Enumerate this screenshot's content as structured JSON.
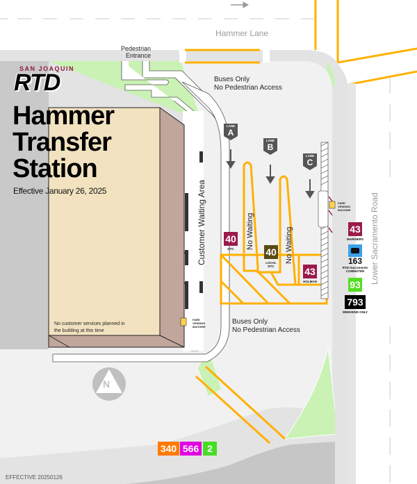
{
  "header": {
    "agency_top": "SAN JOAQUIN",
    "agency_logo": "RTD",
    "title_lines": [
      "Hammer",
      "Transfer",
      "Station"
    ],
    "effective": "Effective January 26, 2025"
  },
  "streets": {
    "north": "Hammer Lane",
    "east": "Lower Sacramento Road"
  },
  "labels": {
    "pedestrian_entrance": [
      "Pedestrian",
      "Entrance"
    ],
    "buses_only_top": [
      "Buses Only",
      "No Pedestrian Access"
    ],
    "buses_only_bottom": [
      "Buses Only",
      "No Pedestrian Access"
    ],
    "customer_waiting_area": "Customer Waiting Area",
    "no_waiting": "No Waiting",
    "building_note": [
      "No customer services planned in",
      "the building at this time"
    ],
    "fare_vending_machine": [
      "FARE",
      "VENDING",
      "MACHINE"
    ],
    "north_arrow": "N",
    "footer_effective": "EFFECTIVE  20250126"
  },
  "lanes": [
    {
      "prefix": "LANE",
      "letter": "A"
    },
    {
      "prefix": "LANE",
      "letter": "B"
    },
    {
      "prefix": "LANE",
      "letter": "C"
    }
  ],
  "routes_in_station": [
    {
      "number": "40",
      "sub": "DTC",
      "color": "#9b1b4a"
    },
    {
      "number": "40",
      "sub": "LOCAL DTC",
      "color": "#5a4a14"
    },
    {
      "number": "43",
      "sub": "HOLMAN",
      "color": "#9b1b4a"
    }
  ],
  "routes_street": [
    {
      "number": "43",
      "sub": "MARINERS",
      "color": "#9b1b4a"
    },
    {
      "number": "163",
      "sub": "RTD-Sacramento COMMUTER",
      "color": "#3aa0e8",
      "icon": "bus-icon"
    },
    {
      "number": "93",
      "sub": "",
      "color": "#55dd22"
    },
    {
      "number": "793",
      "sub": "WEEKEND ONLY",
      "color": "#000000"
    }
  ],
  "routes_bottom": [
    {
      "number": "340",
      "color": "#ff7a00"
    },
    {
      "number": "566",
      "color": "#e000e0"
    },
    {
      "number": "2",
      "color": "#44dd22"
    }
  ],
  "colors": {
    "yellow_line": "#ffb000",
    "grass": "#c9f2b4",
    "building_top": "#f2e2c0",
    "building_side": "#c1a69c",
    "pavement": "#f1f1f1",
    "sidewalk": "#e3e3e3",
    "road_gray": "#c6c6c6"
  }
}
